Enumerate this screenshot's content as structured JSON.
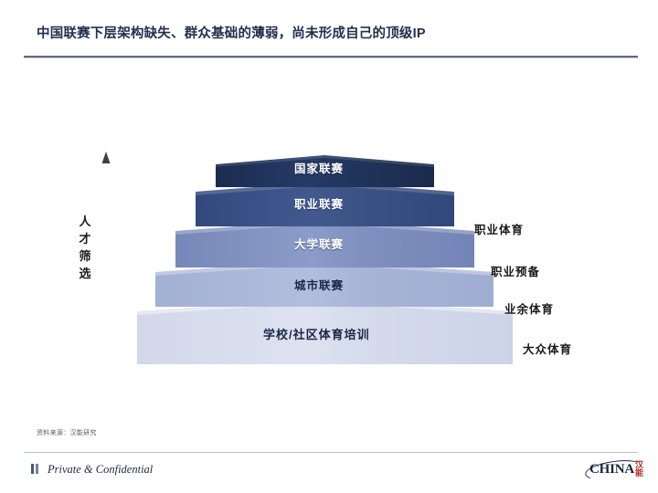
{
  "header": {
    "title": "中国联赛下层架构缺失、群众基础的薄弱，尚未形成自己的顶级IP"
  },
  "chart_data": {
    "type": "pyramid",
    "title": "中国联赛下层架构缺失、群众基础的薄弱，尚未形成自己的顶级IP",
    "axis_label": "人才筛选",
    "axis_direction": "up",
    "orientation": "apex-up",
    "levels": [
      {
        "rank": 1,
        "label": "国家联赛",
        "color": "#21355f",
        "text_color": "#ffffff",
        "width_pct": 32
      },
      {
        "rank": 2,
        "label": "职业联赛",
        "color": "#3c538a",
        "text_color": "#ffffff",
        "width_pct": 45
      },
      {
        "rank": 3,
        "label": "大学联赛",
        "color": "#8293c1",
        "text_color": "#ffffff",
        "width_pct": 58
      },
      {
        "rank": 4,
        "label": "城市联赛",
        "color": "#aab7d8",
        "text_color": "#1c2745",
        "width_pct": 72
      },
      {
        "rank": 5,
        "label": "学校/社区体育培训",
        "color": "#d7dcec",
        "text_color": "#1c2745",
        "width_pct": 88
      }
    ],
    "side_labels": [
      {
        "label": "职业体育",
        "maps_to_levels": [
          1,
          2
        ]
      },
      {
        "label": "职业预备",
        "maps_to_levels": [
          3
        ]
      },
      {
        "label": "业余体育",
        "maps_to_levels": [
          4
        ]
      },
      {
        "label": "大众体育",
        "maps_to_levels": [
          5
        ]
      }
    ],
    "grid": false,
    "legend": "right-side-annotations"
  },
  "pyramid": {
    "levels": [
      {
        "label": "国家联赛"
      },
      {
        "label": "职业联赛"
      },
      {
        "label": "大学联赛"
      },
      {
        "label": "城市联赛"
      },
      {
        "label": "学校/社区体育培训"
      }
    ]
  },
  "axis": {
    "label_chars": [
      "人",
      "才",
      "筛",
      "选"
    ],
    "label": "人才筛选"
  },
  "side_labels": [
    {
      "label": "职业体育"
    },
    {
      "label": "职业预备"
    },
    {
      "label": "业余体育"
    },
    {
      "label": "大众体育"
    }
  ],
  "source": {
    "note": "资料来源：汉能研究"
  },
  "footer": {
    "confidentiality": "Private & Confidential",
    "logo_word": "CHINA",
    "logo_cn_top": "汉",
    "logo_cn_bottom": "能"
  },
  "colors": {
    "title": "#22304f",
    "rule": "#5f6b82",
    "tier_1": "#21355f",
    "tier_2": "#3c538a",
    "tier_3": "#8293c1",
    "tier_4": "#aab7d8",
    "tier_5": "#d7dcec",
    "logo_accent": "#b4281e"
  }
}
